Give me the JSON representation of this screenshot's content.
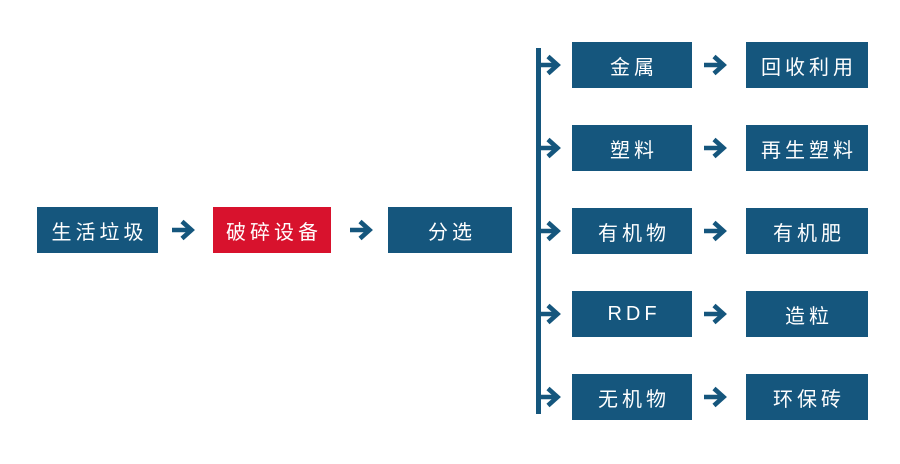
{
  "diagram": {
    "type": "flowchart",
    "description": "Household waste processing flow: waste is crushed, sorted, and each sorted fraction is routed to a recovery output.",
    "colors": {
      "primary_blue": "#15567d",
      "accent_red": "#d8122d",
      "background": "#ffffff",
      "node_text": "#ffffff"
    },
    "icons": {
      "arrow": "arrow-right-icon",
      "connector": "branch-connector-line"
    },
    "main_chain": {
      "nodes": [
        {
          "label": "生活垃圾",
          "variant": "blue"
        },
        {
          "label": "破碎设备",
          "variant": "red"
        },
        {
          "label": "分选",
          "variant": "blue"
        }
      ]
    },
    "branches": [
      {
        "category": "金属",
        "output": "回收利用"
      },
      {
        "category": "塑料",
        "output": "再生塑料"
      },
      {
        "category": "有机物",
        "output": "有机肥"
      },
      {
        "category": "RDF",
        "output": "造粒"
      },
      {
        "category": "无机物",
        "output": "环保砖"
      }
    ]
  }
}
